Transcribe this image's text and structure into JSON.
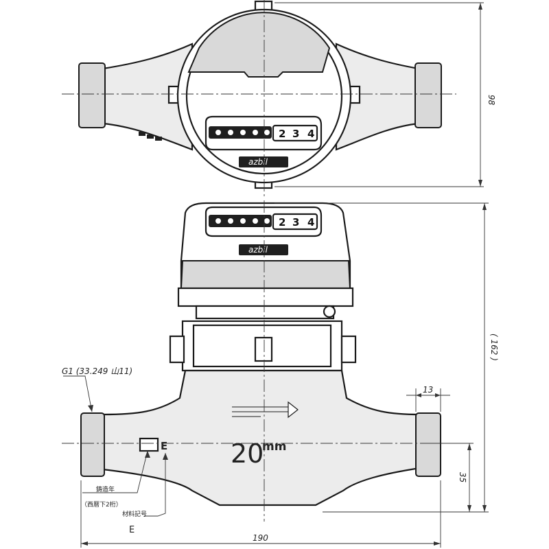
{
  "brand": "azbil",
  "top_view": {
    "dim_height": "98",
    "counter_digits": [
      "2",
      "3",
      "4"
    ]
  },
  "front_view": {
    "dim_total_height": "( 162 )",
    "dim_thread": "G1 (33.249 山11)",
    "dim_end_width": "13",
    "dim_pipe_height": "35",
    "dim_total_length": "190",
    "size_value": "20",
    "size_unit": "mm",
    "material_mark": "E",
    "counter_digits": [
      "2",
      "3",
      "4"
    ]
  },
  "annotations": {
    "casting_year": "鋳造年",
    "casting_year_sub": "（西暦下2桁）",
    "material_code": "材料記号",
    "material_letter": "E"
  }
}
